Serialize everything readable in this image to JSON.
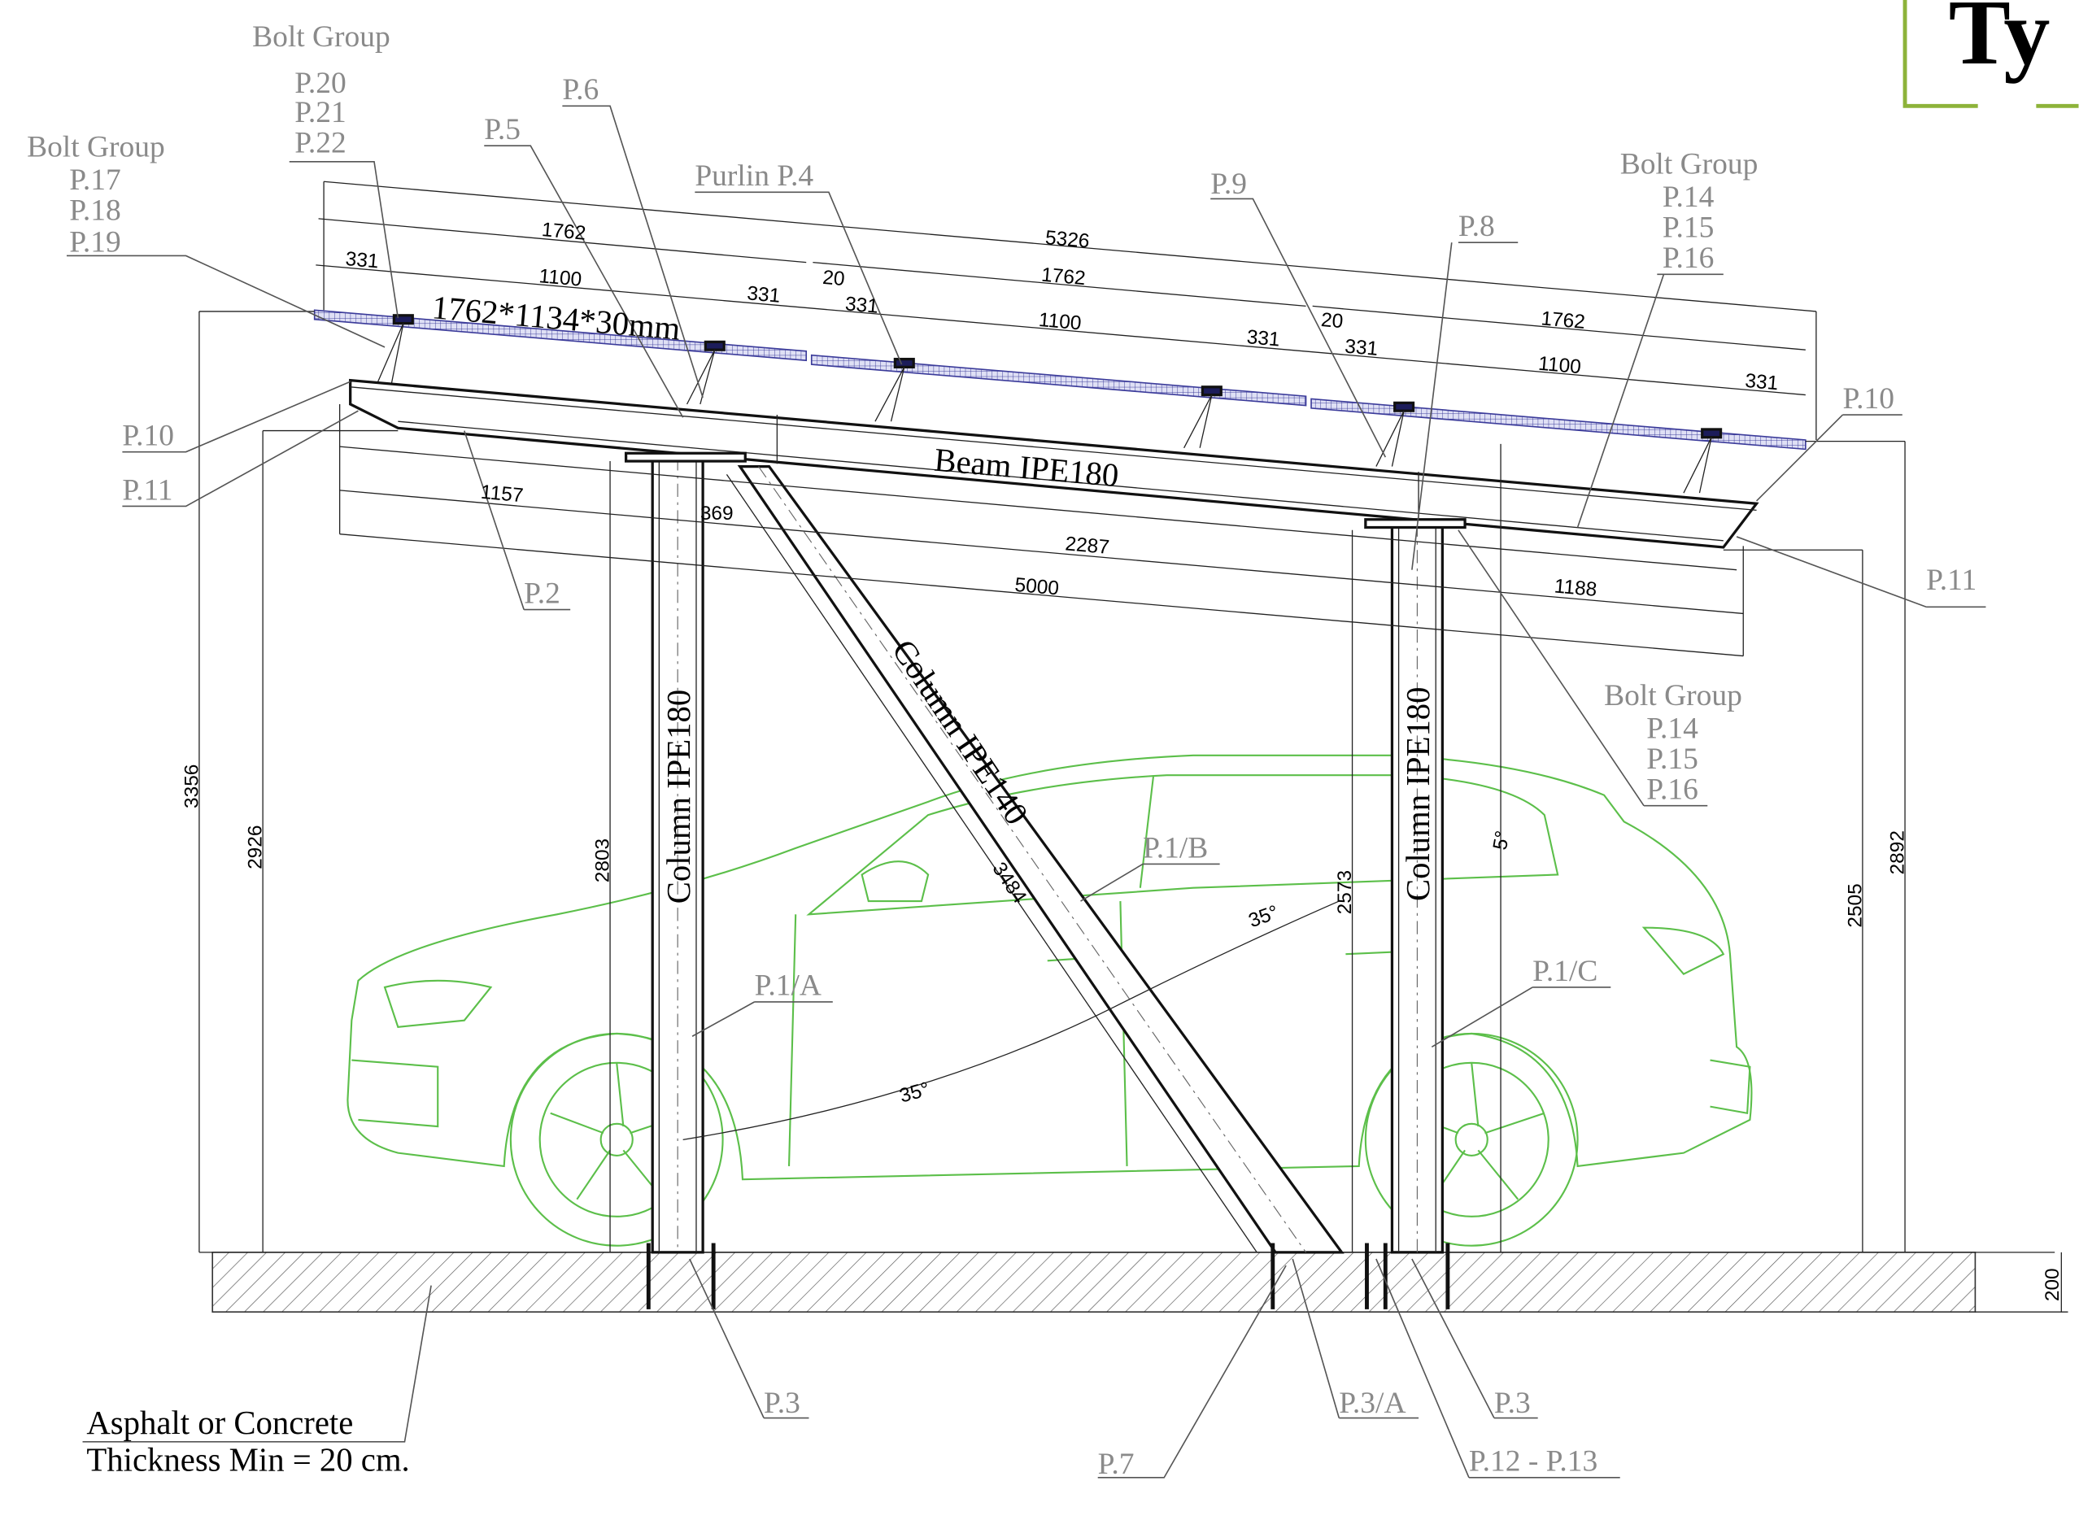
{
  "title": "Ty",
  "colors": {
    "accent": "#8db33a",
    "car": "#5cbf4a",
    "panel": "#3b3b9a",
    "label": "#8a8a8a"
  },
  "labels": {
    "bolt_group_top": "Bolt Group",
    "p20": "P.20",
    "p21": "P.21",
    "p22": "P.22",
    "bolt_group_left": "Bolt Group",
    "p17": "P.17",
    "p18": "P.18",
    "p19": "P.19",
    "p6": "P.6",
    "p5": "P.5",
    "purlin": "Purlin P.4",
    "p9": "P.9",
    "p8": "P.8",
    "bolt_group_right": "Bolt Group",
    "p14a": "P.14",
    "p15a": "P.15",
    "p16a": "P.16",
    "p10_left": "P.10",
    "p11_left": "P.11",
    "p2": "P.2",
    "p10_right": "P.10",
    "p11_right": "P.11",
    "bolt_group_mid": "Bolt Group",
    "p14b": "P.14",
    "p15b": "P.15",
    "p16b": "P.16",
    "p1b": "P.1/B",
    "p1a": "P.1/A",
    "p1c": "P.1/C",
    "p3_left": "P.3",
    "p3a": "P.3/A",
    "p3_right": "P.3",
    "p7": "P.7",
    "p12_13": "P.12 - P.13",
    "ground_1": "Asphalt or Concrete",
    "ground_2": "Thickness Min = 20 cm."
  },
  "members": {
    "panel": "1762*1134*30mm",
    "beam": "Beam IPE180",
    "col_left": "Column IPE180",
    "col_diag": "Column IPE140",
    "col_right": "Column IPE180"
  },
  "dims": {
    "total": "5326",
    "p1_len": "1762",
    "p1_a": "331",
    "p1_mid": "1100",
    "p1_b": "331",
    "gap1": "20",
    "p2_a": "331",
    "p2_len": "1762",
    "p2_mid": "1100",
    "p2_b": "331",
    "gap2": "20",
    "p3_a": "331",
    "p3_len": "1762",
    "p3_mid": "1100",
    "p3_b": "331",
    "d1157": "1157",
    "d369": "369",
    "d2287": "2287",
    "d5000": "5000",
    "d1188": "1188",
    "h3356": "3356",
    "h2926": "2926",
    "h2803": "2803",
    "d3484": "3484",
    "ang1": "35°",
    "ang2": "35°",
    "h2573": "2573",
    "ang5": "5°",
    "h2505": "2505",
    "h2892": "2892",
    "h200": "200"
  }
}
